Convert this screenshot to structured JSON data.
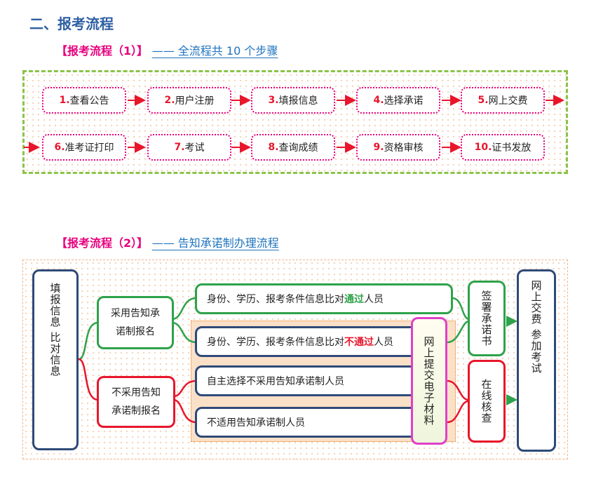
{
  "section_title": "二、报考流程",
  "flow1": {
    "bracket": "【报考流程（1）】",
    "desc": "—— 全流程共 10 个步骤",
    "steps": [
      {
        "num": "1.",
        "label": "查看公告"
      },
      {
        "num": "2.",
        "label": "用户注册"
      },
      {
        "num": "3.",
        "label": "填报信息"
      },
      {
        "num": "4.",
        "label": "选择承诺"
      },
      {
        "num": "5.",
        "label": "网上交费"
      },
      {
        "num": "6.",
        "label": "准考证打印"
      },
      {
        "num": "7.",
        "label": "考试"
      },
      {
        "num": "8.",
        "label": "查询成绩"
      },
      {
        "num": "9.",
        "label": "资格审核"
      },
      {
        "num": "10.",
        "label": "证书发放"
      }
    ]
  },
  "flow2": {
    "bracket": "【报考流程（2）】",
    "desc": "—— 告知承诺制办理流程",
    "start": "填报信息 比对信息",
    "adopt": "采用告知承诺制报名",
    "not_adopt": "不采用告知承诺制报名",
    "pass_pre": "身份、学历、报考条件信息比对",
    "pass_key": "通过",
    "pass_post": "人员",
    "fail_pre": "身份、学历、报考条件信息比对",
    "fail_key": "不通过",
    "fail_post": "人员",
    "self_choose": "自主选择不采用告知承诺制人员",
    "not_applicable": "不适用告知承诺制人员",
    "upload": "网上提交电子材料",
    "sign": "签署承诺书",
    "online_check": "在线核查",
    "end": "网上交费 参加考试"
  }
}
